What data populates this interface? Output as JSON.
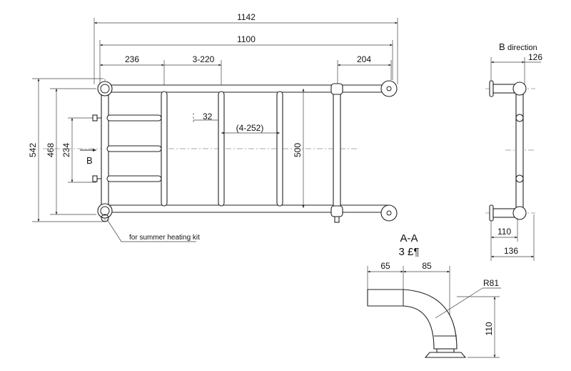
{
  "dimensions": {
    "overall_width": "1142",
    "center_width": "1100",
    "left_offset": "236",
    "bar_spacing": "3-220",
    "right_offset": "204",
    "overall_height": "542",
    "center_height": "468",
    "inner_height": "234",
    "bar_height": "500",
    "bar_gap": "32",
    "ladder_spacing": "(4-252)",
    "side_depth": "126",
    "side_wall": "110",
    "side_total": "136",
    "section_a": "65",
    "section_b": "85",
    "section_radius": "R81",
    "section_height": "110"
  },
  "labels": {
    "b_arrow": "B",
    "b_direction_letter": "B",
    "b_direction": "direction",
    "summer_kit": "for summer heating kit",
    "section_title": "A-A",
    "section_subtitle": "3  £¶"
  }
}
